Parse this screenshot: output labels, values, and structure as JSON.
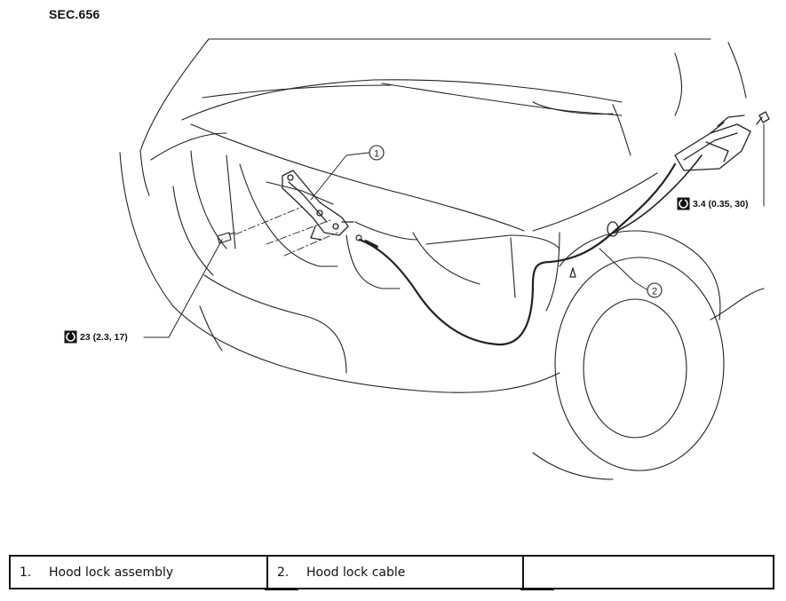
{
  "section_label": "SEC.656",
  "callouts": [
    {
      "id": "1"
    },
    {
      "id": "2"
    }
  ],
  "torque_specs": {
    "left": "23 (2.3, 17)",
    "right": "3.4 (0.35, 30)"
  },
  "legend": [
    {
      "num": "1.",
      "label": "Hood lock assembly"
    },
    {
      "num": "2.",
      "label": "Hood lock cable"
    },
    {
      "num": "",
      "label": ""
    }
  ]
}
